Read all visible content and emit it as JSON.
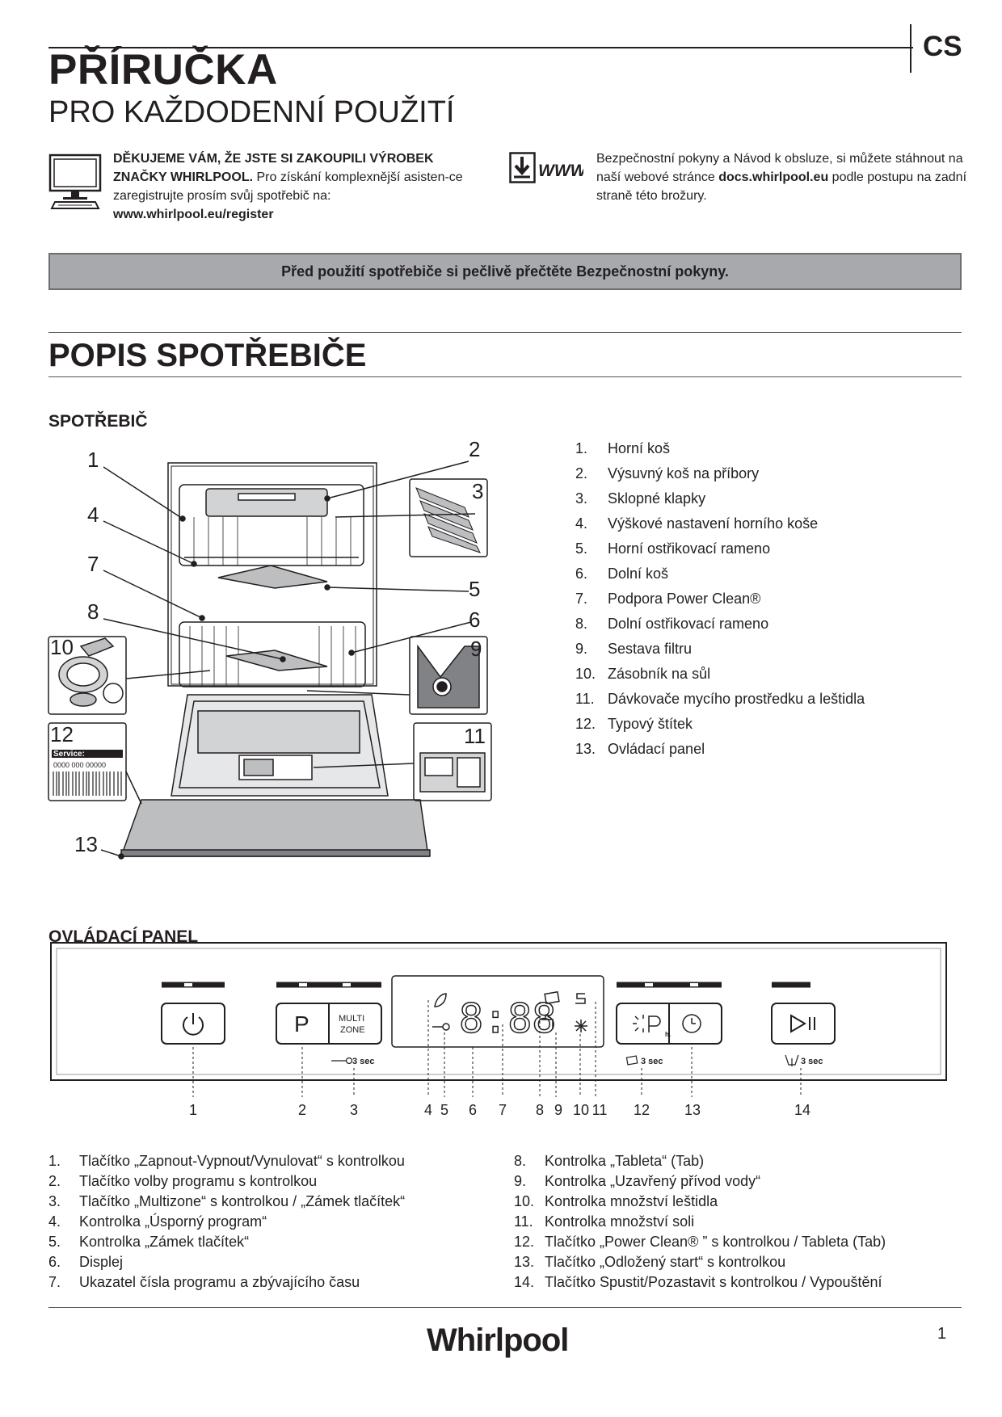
{
  "header": {
    "title": "PŘÍRUČKA",
    "subtitle": "PRO KAŽDODENNÍ POUŽITÍ",
    "language": "CS"
  },
  "intro": {
    "left_bold": "DĚKUJEME VÁM, ŽE JSTE SI ZAKOUPILI VÝROBEK ZNAČKY WHIRLPOOL.",
    "left_text": " Pro získání komplexnější asisten-ce zaregistrujte prosím svůj spotřebič na: ",
    "left_link": "www.whirlpool.eu/register",
    "right_text_1": "Bezpečnostní pokyny a Návod k obsluze, si můžete stáhnout na naší webové stránce ",
    "right_link": "docs.whirlpool.eu",
    "right_text_2": " podle postupu na zadní straně této brožury.",
    "www_icon_text": "WWW"
  },
  "warning": "Před použití spotřebiče si pečlivě přečtěte Bezpečnostní pokyny.",
  "section_title": "POPIS SPOTŘEBIČE",
  "appliance": {
    "heading": "SPOTŘEBIČ",
    "callouts": [
      "1",
      "2",
      "3",
      "4",
      "5",
      "6",
      "7",
      "8",
      "9",
      "10",
      "11",
      "12",
      "13"
    ],
    "service_label": "Service:",
    "service_number": "0000 000 00000",
    "parts": [
      {
        "n": "1.",
        "t": "Horní koš"
      },
      {
        "n": "2.",
        "t": "Výsuvný koš na příbory"
      },
      {
        "n": "3.",
        "t": "Sklopné klapky"
      },
      {
        "n": "4.",
        "t": "Výškové nastavení horního koše"
      },
      {
        "n": "5.",
        "t": "Horní ostřikovací rameno"
      },
      {
        "n": "6.",
        "t": "Dolní koš"
      },
      {
        "n": "7.",
        "t": "Podpora Power Clean®"
      },
      {
        "n": "8.",
        "t": "Dolní ostřikovací rameno"
      },
      {
        "n": "9.",
        "t": "Sestava filtru"
      },
      {
        "n": "10.",
        "t": "Zásobník na sůl"
      },
      {
        "n": "11.",
        "t": "Dávkovače mycího prostředku a leštidla"
      },
      {
        "n": "12.",
        "t": "Typový štítek"
      },
      {
        "n": "13.",
        "t": "Ovládací panel"
      }
    ]
  },
  "control_panel": {
    "heading": "OVLÁDACÍ PANEL",
    "p_label": "P",
    "multizone_1": "MULTI",
    "multizone_2": "ZONE",
    "sec_key": "3 sec",
    "sec_tab": "3 sec",
    "sec_drain": "3 sec",
    "display_digits": "8:88",
    "callouts": [
      "1",
      "2",
      "3",
      "4",
      "5",
      "6",
      "7",
      "8",
      "9",
      "10",
      "11",
      "12",
      "13",
      "14"
    ],
    "items_left": [
      {
        "n": "1.",
        "t": "Tlačítko „Zapnout-Vypnout/Vynulovat“ s kontrolkou"
      },
      {
        "n": "2.",
        "t": "Tlačítko volby programu s kontrolkou"
      },
      {
        "n": "3.",
        "t": "Tlačítko „Multizone“ s kontrolkou / „Zámek tlačítek“"
      },
      {
        "n": "4.",
        "t": "Kontrolka „Úsporný program“"
      },
      {
        "n": "5.",
        "t": "Kontrolka „Zámek tlačítek“"
      },
      {
        "n": "6.",
        "t": "Displej"
      },
      {
        "n": "7.",
        "t": "Ukazatel čísla programu a zbývajícího času"
      }
    ],
    "items_right": [
      {
        "n": "8.",
        "t": "Kontrolka „Tableta“ (Tab)"
      },
      {
        "n": "9.",
        "t": "Kontrolka „Uzavřený přívod vody“"
      },
      {
        "n": "10.",
        "t": "Kontrolka množství leštidla"
      },
      {
        "n": "11.",
        "t": "Kontrolka množství soli"
      },
      {
        "n": "12.",
        "t": "Tlačítko „Power Clean® ” s kontrolkou / Tableta (Tab)"
      },
      {
        "n": "13.",
        "t": "Tlačítko „Odložený start“ s kontrolkou"
      },
      {
        "n": "14.",
        "t": "Tlačítko Spustit/Pozastavit s kontrolkou / Vypouštění"
      }
    ]
  },
  "footer": {
    "logo_text": "Whirlpool",
    "page_number": "1"
  }
}
